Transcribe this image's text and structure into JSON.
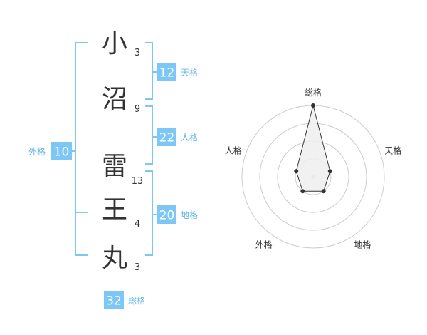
{
  "colors": {
    "accent": "#7cc7f5",
    "accent_text": "#63b7ec",
    "text": "#333333",
    "radar_ring": "#cccccc",
    "radar_fill": "#eeeeee",
    "radar_line": "#333333"
  },
  "name": {
    "characters": [
      {
        "char": "小",
        "strokes": "3"
      },
      {
        "char": "沼",
        "strokes": "9"
      },
      {
        "char": "雷",
        "strokes": "13"
      },
      {
        "char": "王",
        "strokes": "4"
      },
      {
        "char": "丸",
        "strokes": "3"
      }
    ]
  },
  "fortunes": {
    "tenkaku": {
      "value": "12",
      "label": "天格"
    },
    "jinkaku": {
      "value": "22",
      "label": "人格"
    },
    "chikaku": {
      "value": "20",
      "label": "地格"
    },
    "gaikaku": {
      "value": "10",
      "label": "外格"
    },
    "soukaku": {
      "value": "32",
      "label": "総格"
    }
  },
  "chart_data": {
    "type": "radar",
    "axes": [
      "総格",
      "天格",
      "地格",
      "外格",
      "人格"
    ],
    "values": [
      4,
      1,
      1,
      1,
      1
    ],
    "max": 4,
    "rings": 4
  }
}
